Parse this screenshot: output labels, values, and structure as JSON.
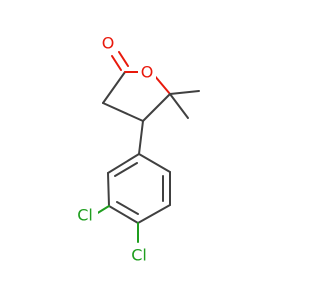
{
  "molecule": {
    "atoms": {
      "carbonyl_oxygen": {
        "label": "O",
        "color": "#e8190c"
      },
      "ring_oxygen": {
        "label": "O",
        "color": "#e8190c"
      },
      "chlorine_upper": {
        "label": "Cl",
        "color": "#1f9e1f"
      },
      "chlorine_lower": {
        "label": "Cl",
        "color": "#1f9e1f"
      }
    },
    "bond_color": "#404040"
  }
}
